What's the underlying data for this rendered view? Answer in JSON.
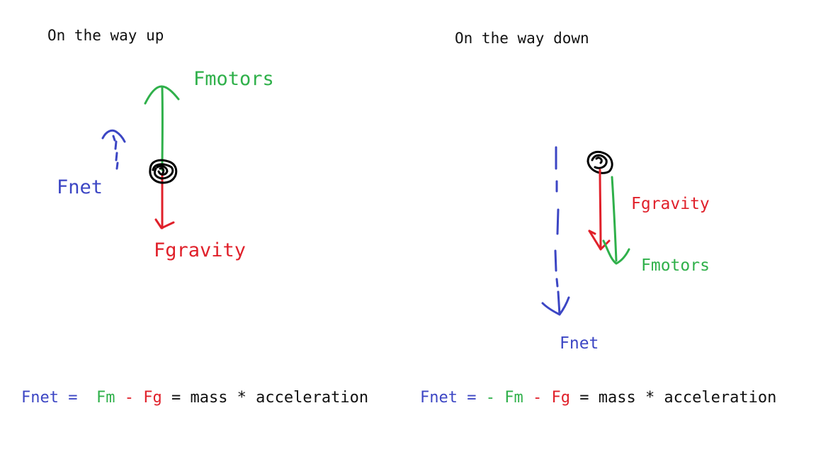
{
  "colors": {
    "motors": "#2fb04a",
    "gravity": "#e0202a",
    "net": "#3c46c4",
    "object": "#000000",
    "text": "#111111"
  },
  "up_panel": {
    "title": "On the way up",
    "motors_label": "Fmotors",
    "gravity_label": "Fgravity",
    "net_label": "Fnet",
    "equation": {
      "net": "Fnet",
      "eq1": " =  ",
      "fm": "Fm",
      "minus": " - ",
      "fg": "Fg",
      "rest": " = mass * acceleration"
    }
  },
  "down_panel": {
    "title": "On the way down",
    "motors_label": "Fmotors",
    "gravity_label": "Fgravity",
    "net_label": "Fnet",
    "equation": {
      "net": "Fnet",
      "eq1": " = ",
      "neg": "-",
      "sp": " ",
      "fm": "Fm",
      "minus": " - ",
      "fg": "Fg",
      "rest": " = mass * acceleration"
    }
  }
}
